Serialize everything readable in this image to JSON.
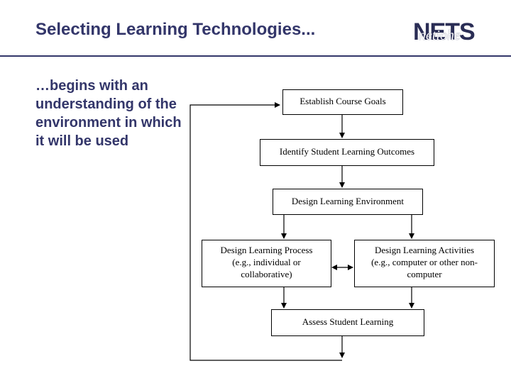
{
  "slide": {
    "title": "Selecting Learning Technologies...",
    "logo_text": "NETS",
    "logo_overlay_text": "netiohe",
    "body_text": "…begins with an understanding of the environment in which it will be used"
  },
  "flowchart": {
    "nodes": {
      "goals": "Establish Course Goals",
      "outcomes": "Identify Student Learning Outcomes",
      "environment": "Design Learning Environment",
      "process": "Design Learning Process (e.g., individual or collaborative)",
      "activities": "Design Learning Activities (e.g., computer or other non-computer",
      "assess": "Assess Student Learning"
    },
    "colors": {
      "title": "#33366a",
      "lines": "#000000"
    }
  }
}
